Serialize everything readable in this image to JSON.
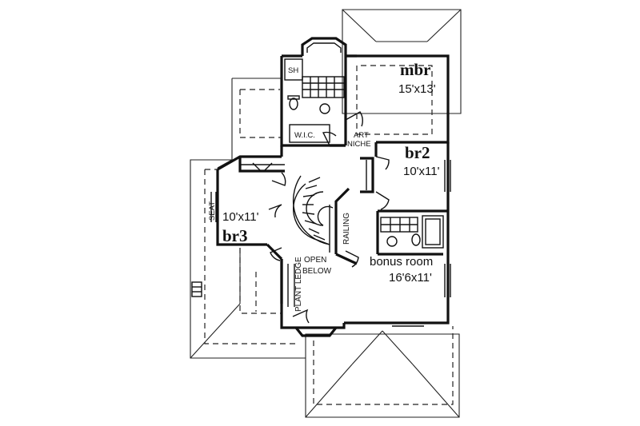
{
  "rooms": {
    "mbr": {
      "name": "mbr",
      "size": "15'x13'"
    },
    "br2": {
      "name": "br2",
      "size": "10'x11'"
    },
    "br3": {
      "name": "br3",
      "size": "10'x11'"
    },
    "bonus": {
      "name": "bonus room",
      "size": "16'6x11'"
    }
  },
  "labels": {
    "sh": "SH",
    "wic": "W.I.C.",
    "art": "ART",
    "niche": "NICHE",
    "seat": "SEAT",
    "railing": "RAILING",
    "plant_ledge": "PLANT LEDGE",
    "open": "OPEN",
    "below": "BELOW"
  }
}
